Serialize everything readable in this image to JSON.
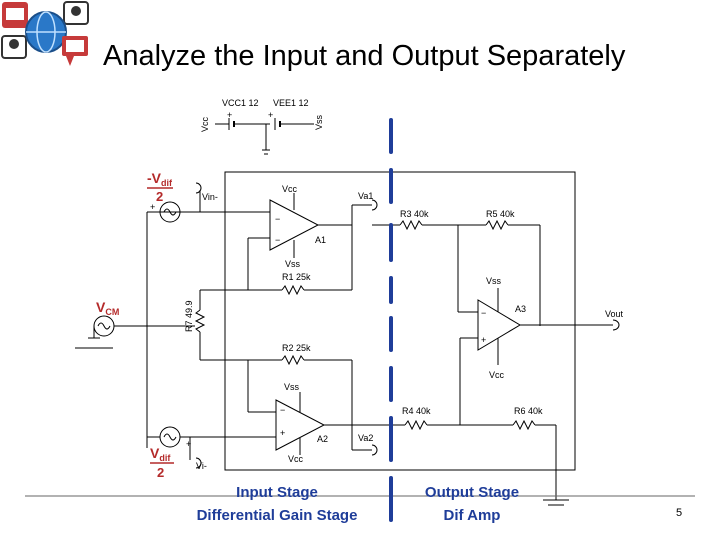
{
  "slide": {
    "title": "Analyze the Input and Output Separately",
    "page_number": "5"
  },
  "supplies": {
    "vcc_label": "VCC1 12",
    "vee_label": "VEE1 12",
    "vcc_node": "Vcc",
    "vss_node": "Vss"
  },
  "source_top": {
    "top": "-V",
    "sub": "dif",
    "den": "2",
    "node": "Vin-"
  },
  "source_bottom": {
    "top": "V",
    "sub": "dif",
    "den": "2",
    "node": "Vi-"
  },
  "source_cm": {
    "top": "V",
    "sub": "CM"
  },
  "components": {
    "a1": "A1",
    "a2": "A2",
    "a3": "A3",
    "r1": "R1 25k",
    "r2": "R2 25k",
    "r3": "R3 40k",
    "r4": "R4 40k",
    "r5": "R5 40k",
    "r6": "R6 40k",
    "r7": "R7 49.9",
    "vcc": "Vcc",
    "vss": "Vss"
  },
  "nodes": {
    "va1": "Va1",
    "va2": "Va2",
    "vout": "Vout"
  },
  "stages": {
    "input_line1": "Input Stage",
    "input_line2": "Differential Gain Stage",
    "output_line1": "Output Stage",
    "output_line2": "Dif Amp"
  },
  "colors": {
    "stage_text": "#1f3d99",
    "divider": "#1f3d99",
    "source_labels": "#b42a2a"
  }
}
